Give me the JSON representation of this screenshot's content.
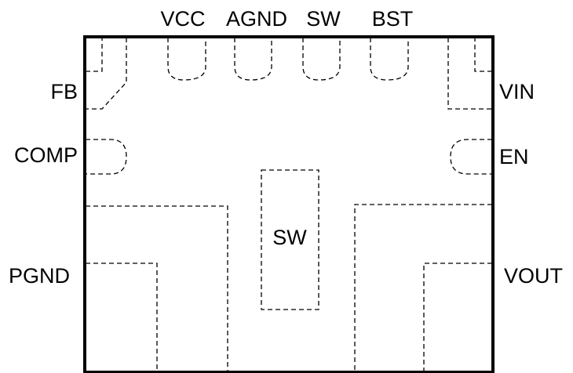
{
  "pins": {
    "top": [
      "VCC",
      "AGND",
      "SW",
      "BST"
    ],
    "left": {
      "fb": "FB",
      "comp": "COMP",
      "pgnd": "PGND"
    },
    "right": {
      "vin": "VIN",
      "en": "EN",
      "vout": "VOUT"
    },
    "center": "SW"
  },
  "colors": {
    "outline": "#000000",
    "background": "#ffffff"
  }
}
